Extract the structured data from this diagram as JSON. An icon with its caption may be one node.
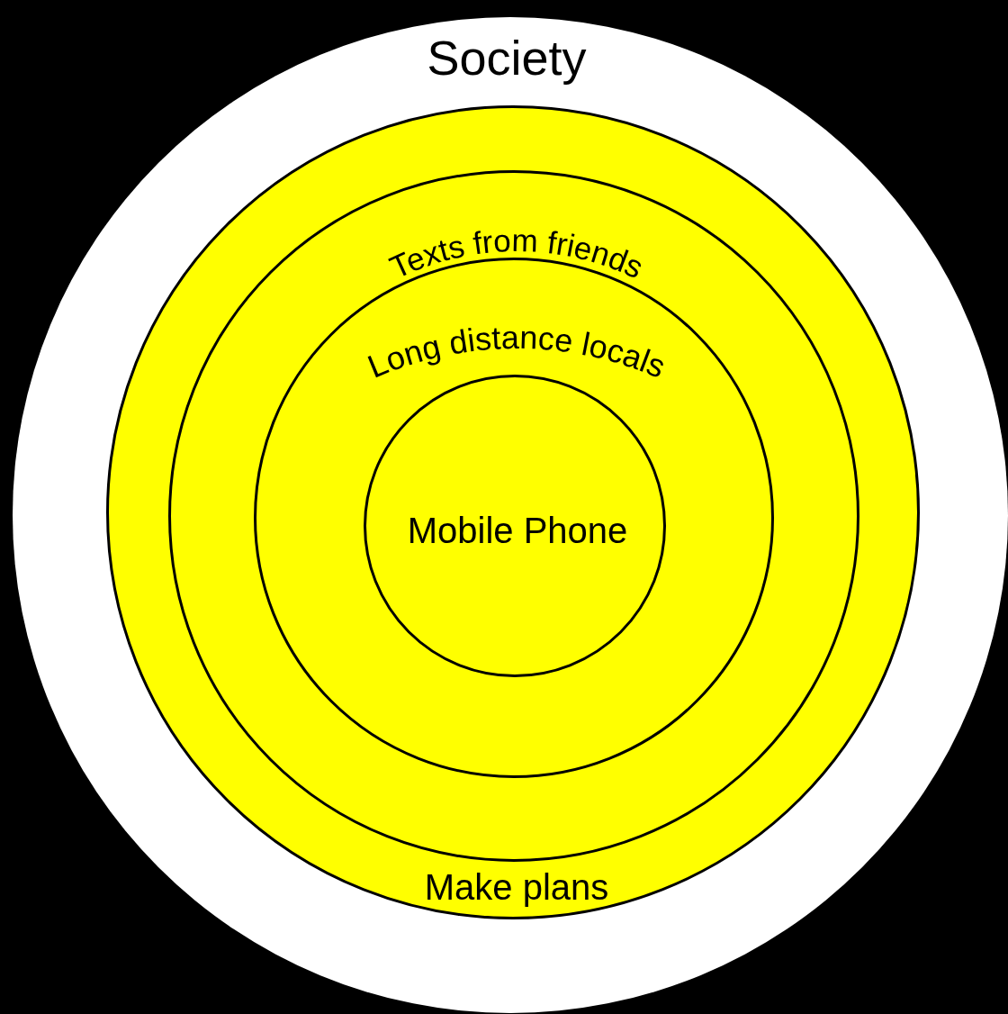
{
  "diagram": {
    "nodes": [
      {
        "text": [
          "Society"
        ]
      },
      {
        "text": [
          "Make plans"
        ],
        "in": 0
      },
      {
        "text": [
          "Texts from friends"
        ],
        "in": 1
      },
      {
        "text": [
          "Long distance locals"
        ],
        "in": 2
      },
      {
        "text": [
          "Mobile Phone"
        ],
        "in": 3
      }
    ]
  }
}
